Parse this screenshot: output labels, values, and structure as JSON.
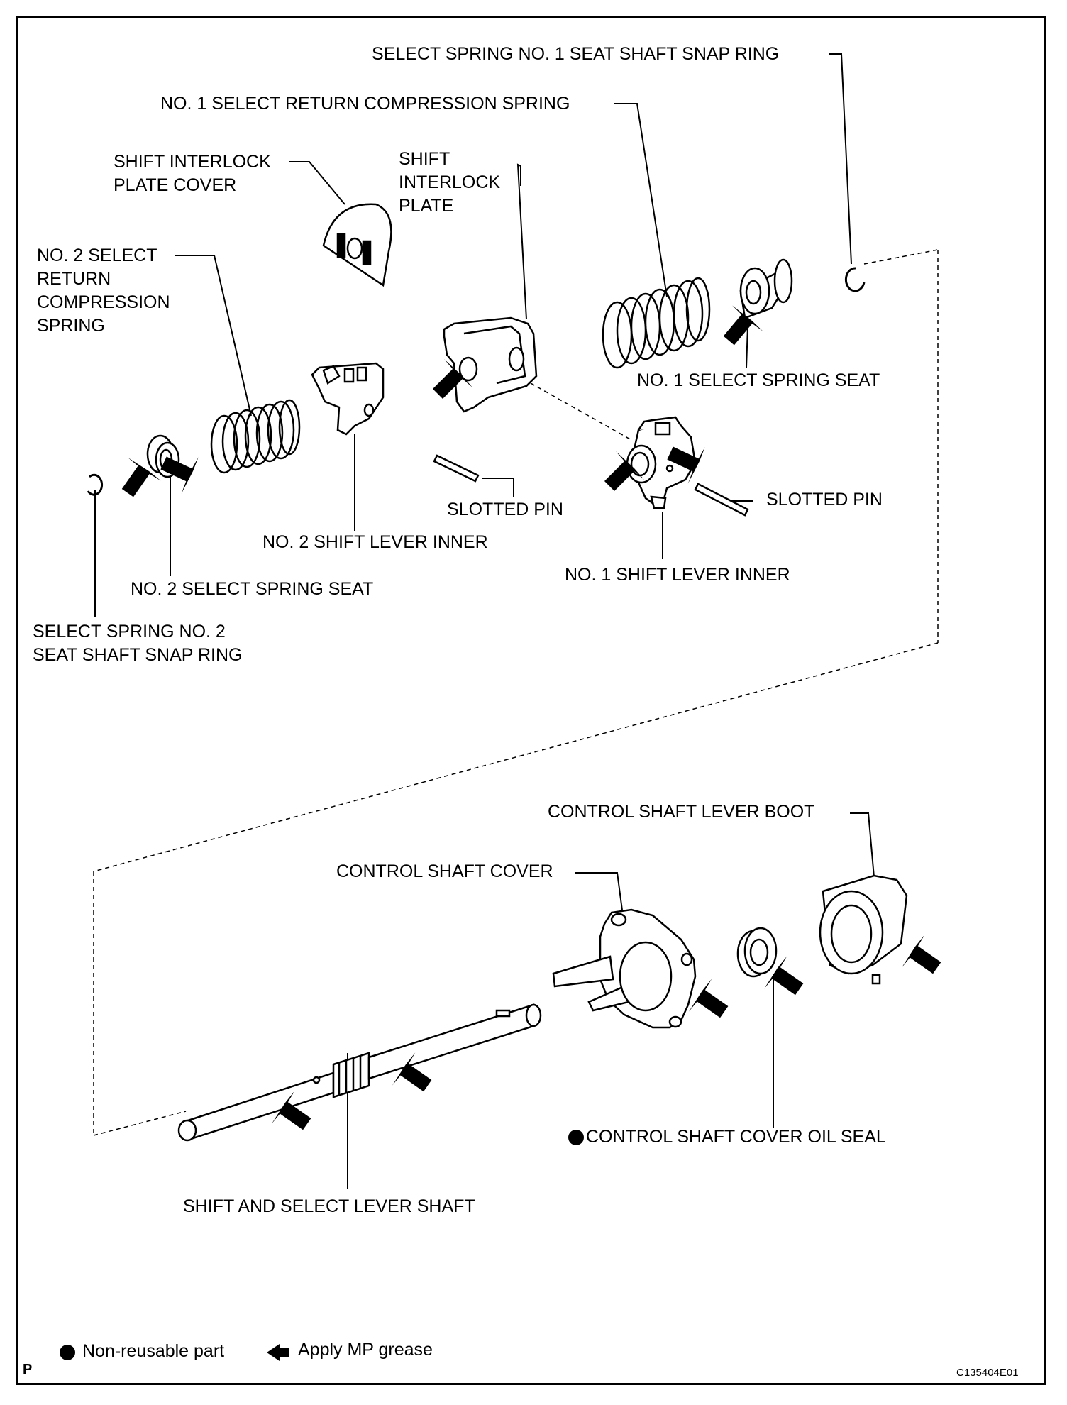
{
  "labels": {
    "snap_ring_1": "SELECT SPRING NO. 1 SEAT SHAFT SNAP RING",
    "compression_spring_1": "NO. 1 SELECT RETURN COMPRESSION SPRING",
    "interlock_cover": "SHIFT INTERLOCK\nPLATE COVER",
    "interlock_plate": "SHIFT\nINTERLOCK\nPLATE",
    "compression_spring_2": "NO. 2 SELECT\nRETURN\nCOMPRESSION\nSPRING",
    "spring_seat_1": "NO. 1 SELECT SPRING SEAT",
    "slotted_pin_left": "SLOTTED PIN",
    "slotted_pin_right": "SLOTTED PIN",
    "shift_lever_inner_2": "NO. 2 SHIFT LEVER INNER",
    "shift_lever_inner_1": "NO. 1 SHIFT LEVER INNER",
    "spring_seat_2": "NO. 2 SELECT SPRING SEAT",
    "snap_ring_2": "SELECT SPRING NO. 2\nSEAT SHAFT SNAP RING",
    "lever_boot": "CONTROL SHAFT LEVER BOOT",
    "shaft_cover": "CONTROL SHAFT COVER",
    "oil_seal": "CONTROL SHAFT COVER OIL SEAL",
    "lever_shaft": "SHIFT AND SELECT LEVER SHAFT"
  },
  "legend": {
    "non_reusable": "Non-reusable part",
    "apply_grease": "Apply MP grease"
  },
  "footer": {
    "page_letter": "P",
    "figure_code": "C135404E01"
  },
  "symbols": {
    "non_reusable_marker": "filled-circle",
    "grease_marker": "black-arrow"
  }
}
